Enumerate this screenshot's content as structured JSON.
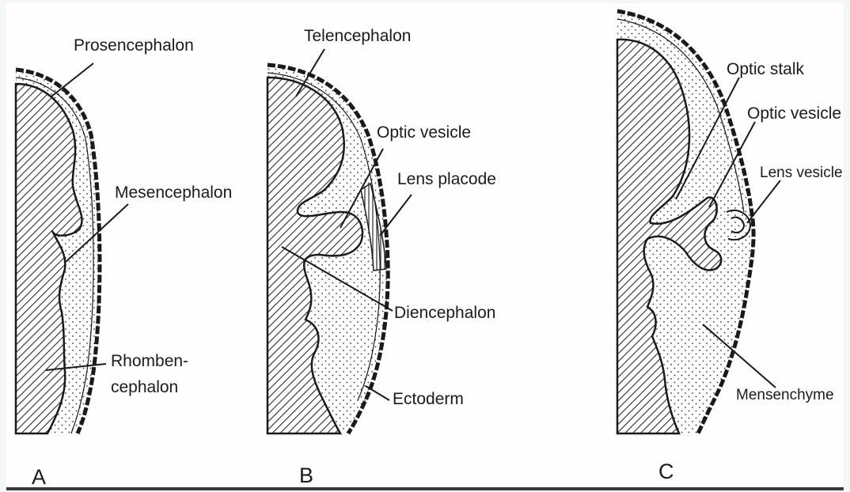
{
  "panels": [
    {
      "id": "A",
      "label": "A",
      "annotations": [
        "Prosencephalon",
        "Mesencephalon",
        "Rhomben-",
        "cephalon"
      ]
    },
    {
      "id": "B",
      "label": "B",
      "annotations": [
        "Telencephalon",
        "Optic vesicle",
        "Lens placode",
        "Diencephalon",
        "Ectoderm"
      ]
    },
    {
      "id": "C",
      "label": "C",
      "annotations": [
        "Optic stalk",
        "Optic vesicle",
        "Lens vesicle",
        "Mensenchyme"
      ]
    }
  ]
}
